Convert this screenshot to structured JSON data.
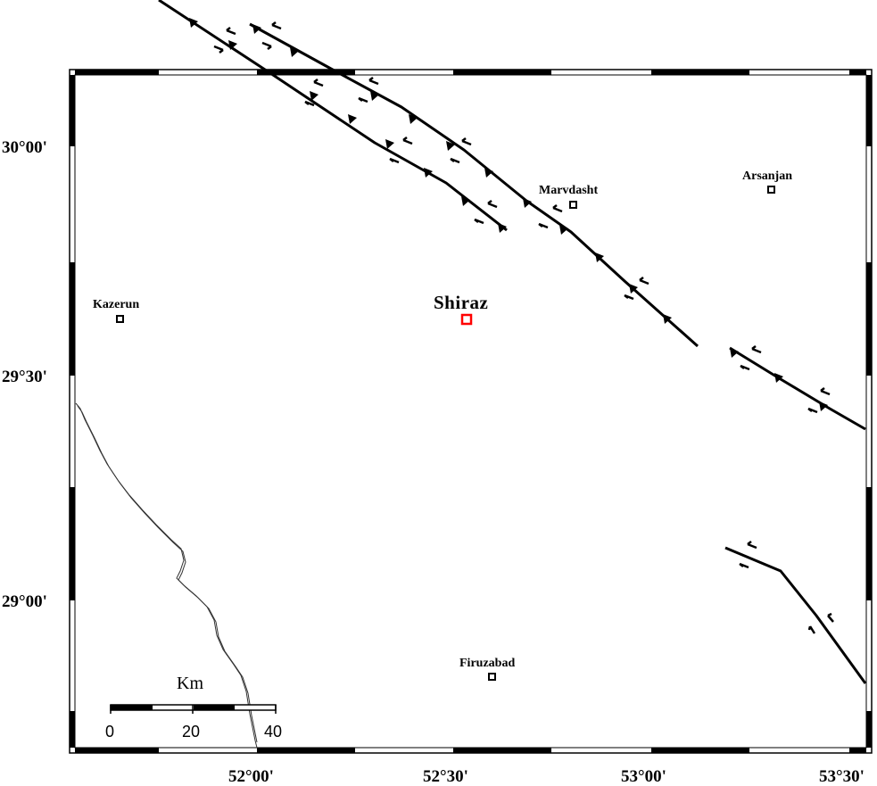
{
  "map": {
    "lon_labels": [
      "52°00'",
      "52°30'",
      "53°00'",
      "53°30'"
    ],
    "lat_labels": [
      "30°00'",
      "29°30'",
      "29°00'"
    ],
    "cities": [
      {
        "name": "Marvdasht",
        "lon": 52.8,
        "lat": 29.87,
        "marker_color": "#000000"
      },
      {
        "name": "Arsanjan",
        "lon": 53.31,
        "lat": 29.91,
        "marker_color": "#000000"
      },
      {
        "name": "Kazerun",
        "lon": 51.65,
        "lat": 29.62,
        "marker_color": "#000000"
      },
      {
        "name": "Firuzabad",
        "lon": 52.57,
        "lat": 28.84,
        "marker_color": "#000000"
      }
    ],
    "capital": {
      "name": "Shiraz",
      "lon": 52.53,
      "lat": 29.62,
      "marker_color": "#ff0000"
    },
    "scale_bar": {
      "unit": "Km",
      "labels": [
        "0",
        "20",
        "40"
      ]
    },
    "features": [
      "thrust-fault",
      "strike-slip-arrow",
      "coastline"
    ]
  }
}
